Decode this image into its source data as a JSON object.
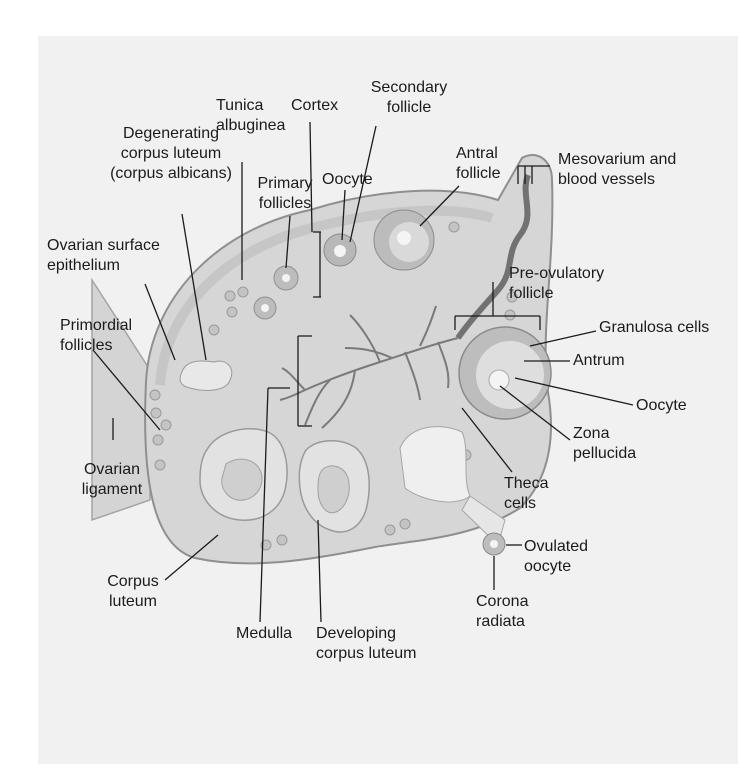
{
  "diagram": {
    "labels": {
      "secondary_follicle": [
        "Secondary",
        "follicle"
      ],
      "tunica_albuginea": [
        "Tunica",
        "albuginea"
      ],
      "cortex": [
        "Cortex"
      ],
      "degenerating_corpus_luteum": [
        "Degenerating",
        "corpus luteum",
        "(corpus albicans)"
      ],
      "oocyte_top": [
        "Oocyte"
      ],
      "primary_follicles": [
        "Primary",
        "follicles"
      ],
      "antral_follicle": [
        "Antral",
        "follicle"
      ],
      "mesovarium": [
        "Mesovarium and",
        "blood vessels"
      ],
      "ovarian_surface_epithelium": [
        "Ovarian surface",
        "epithelium"
      ],
      "pre_ovulatory_follicle": [
        "Pre-ovulatory",
        "follicle"
      ],
      "primordial_follicles": [
        "Primordial",
        "follicles"
      ],
      "granulosa_cells": [
        "Granulosa cells"
      ],
      "antrum": [
        "Antrum"
      ],
      "oocyte_right": [
        "Oocyte"
      ],
      "zona_pellucida": [
        "Zona",
        "pellucida"
      ],
      "ovarian_ligament": [
        "Ovarian",
        "ligament"
      ],
      "theca_cells": [
        "Theca",
        "cells"
      ],
      "ovulated_oocyte": [
        "Ovulated",
        "oocyte"
      ],
      "corpus_luteum": [
        "Corpus",
        "luteum"
      ],
      "corona_radiata": [
        "Corona",
        "radiata"
      ],
      "medulla": [
        "Medulla"
      ],
      "developing_corpus_luteum": [
        "Developing",
        "corpus luteum"
      ]
    }
  },
  "colors": {
    "background": "#f1f1f1",
    "tissue": "#d6d6d6",
    "tissue_edge": "#8f8f8f",
    "cortex_band": "#c4c4c4",
    "vessel": "#707070",
    "follicle": "#bdbdbd",
    "oocyte": "#f4f4f4",
    "leader": "#1b1b1b"
  }
}
